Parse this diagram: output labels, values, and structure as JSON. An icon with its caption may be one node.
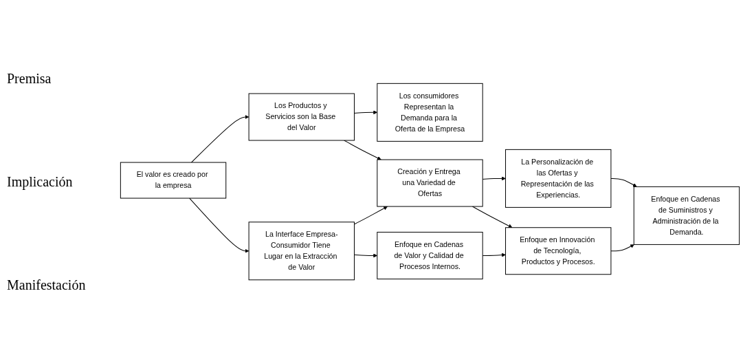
{
  "diagram": {
    "nodes": [
      {
        "text": [
          "El valor es creado por la empresa"
        ]
      },
      {
        "text": [
          "Los Productos y Servicios son la Base del Valor"
        ]
      },
      {
        "text": [
          "Los consumidores Representan la Demanda para la Oferta de la Empresa"
        ]
      },
      {
        "text": [
          "La Interface Empresa-Consumidor Tiene Lugar en la Extracción de Valor"
        ]
      },
      {
        "text": [
          "Creación y Entrega una Variedad de Ofertas"
        ]
      },
      {
        "text": [
          "La Personalización de las Ofertas y Representación de las Experiencias."
        ]
      },
      {
        "text": [
          "Enfoque en Cadenas de Valor y Calidad de Procesos Internos."
        ]
      },
      {
        "text": [
          "Enfoque en Innovación de Tecnología, Productos y Procesos."
        ]
      },
      {
        "text": [
          "Enfoque en Cadenas de Suministros y Administración de la Demanda."
        ]
      }
    ],
    "edges": [
      {
        "from": 0,
        "to": 1,
        "arrow": "to"
      },
      {
        "from": 1,
        "to": 2,
        "arrow": "to"
      },
      {
        "from": 0,
        "to": 3,
        "arrow": "to"
      },
      {
        "from": 1,
        "to": 4,
        "arrow": "to"
      },
      {
        "from": 3,
        "to": 4,
        "arrow": "to"
      },
      {
        "from": 4,
        "to": 5,
        "arrow": "to"
      },
      {
        "from": 3,
        "to": 6,
        "arrow": "to"
      },
      {
        "from": 4,
        "to": 7,
        "arrow": "to"
      },
      {
        "from": 5,
        "to": 8,
        "arrow": "to"
      },
      {
        "from": 6,
        "to": 7,
        "arrow": "to"
      },
      {
        "from": 7,
        "to": 8,
        "arrow": "to"
      }
    ],
    "labels": [
      "Premisa",
      "Implicación",
      "Manifestación"
    ]
  }
}
